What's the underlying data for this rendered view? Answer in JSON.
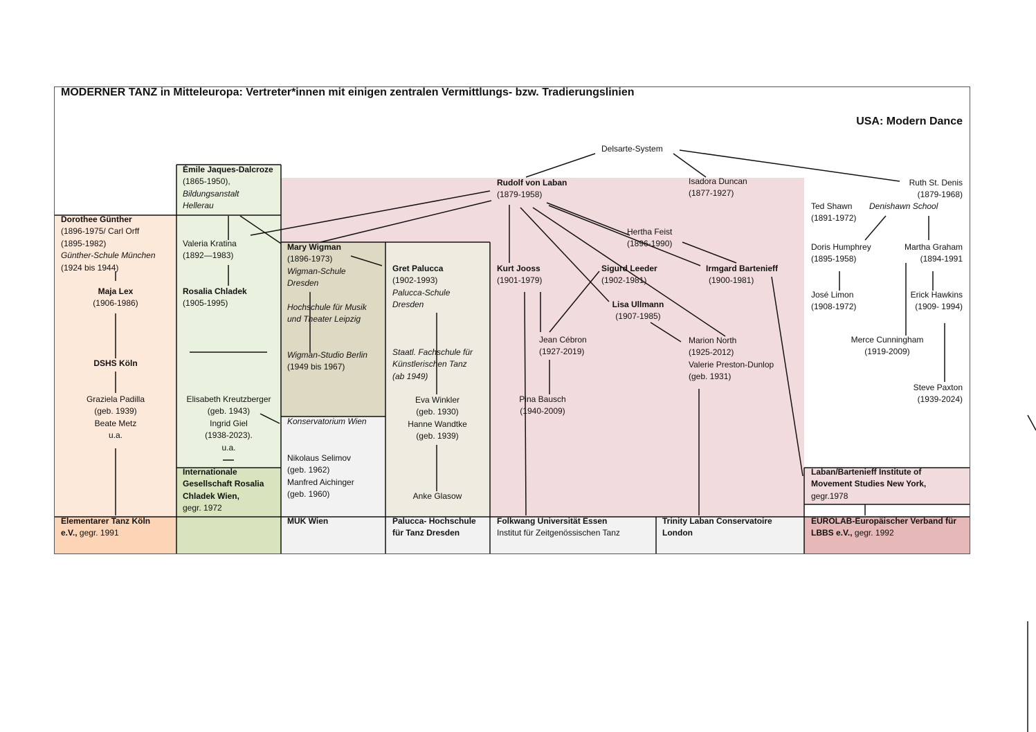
{
  "title": "MODERNER TANZ in Mitteleuropa: Vertreter*innen mit einigen zentralen Vermittlungs- bzw. Tradierungslinien",
  "usa_heading": "USA: Modern Dance",
  "colors": {
    "pink": "#f2dbdc",
    "green_light": "#eaf1de",
    "green_dark": "#d7e4bd",
    "orange_light": "#fde9d9",
    "orange_dark": "#fbd5b5",
    "beige_dark": "#ddd9c3",
    "beige_light": "#eeece1",
    "gray": "#f2f2f2",
    "rose": "#e6b9b8"
  },
  "nodes": {
    "delsarte": "Delsarte-System",
    "laban": {
      "name": "Rudolf von Laban",
      "years": "(1879-1958)"
    },
    "duncan": {
      "name": "Isadora Duncan",
      "years": "(1877-1927)"
    },
    "stdenis": {
      "name": "Ruth St. Denis",
      "years": "(1879-1968)"
    },
    "shawn": {
      "name": "Ted Shawn",
      "years": "(1891-1972)"
    },
    "denishawn": "Denishawn School",
    "humphrey": {
      "name": "Doris Humphrey",
      "years": "(1895-1958)"
    },
    "graham": {
      "name": "Martha Graham",
      "years": "(1894-1991"
    },
    "limon": {
      "name": "José Limon",
      "years": "(1908-1972)"
    },
    "hawkins": {
      "name": "Erick Hawkins",
      "years": "(1909- 1994)"
    },
    "cunningham": {
      "name": "Merce Cunningham",
      "years": "(1919-2009)"
    },
    "paxton": {
      "name": "Steve Paxton",
      "years": "(1939-2024)"
    },
    "dalcroze": {
      "name": "Émile Jaques-Dalcroze",
      "years": "(1865-1950),",
      "school1": "Bildungsanstalt",
      "school2": "Hellerau"
    },
    "guenther": {
      "name": "Dorothee Günther",
      "line1": "(1896-1975/ Carl Orff",
      "line2": "(1895-1982)",
      "school": "Günther-Schule München",
      "line3": "(1924 bis 1944)"
    },
    "lex": {
      "name": "Maja Lex",
      "years": "(1906-1986)"
    },
    "dshs": "DSHS Köln",
    "padilla": {
      "line1": "Graziela Padilla",
      "line2": "(geb. 1939)",
      "line3": "Beate Metz",
      "line4": "u.a."
    },
    "kratina": {
      "name": "Valeria Kratina",
      "years": "(1892—1983)"
    },
    "chladek": {
      "name": "Rosalia Chladek",
      "years": "(1905-1995)"
    },
    "kreutzberger": {
      "line1": "Elisabeth Kreutzberger",
      "line2": "(geb. 1943)",
      "line3": "Ingrid Giel",
      "line4": "(1938-2023).",
      "line5": "u.a."
    },
    "igrc": {
      "line1": "Internationale",
      "line2": "Gesellschaft Rosalia",
      "line3": "Chladek Wien,",
      "line4": "gegr. 1972"
    },
    "wigman": {
      "name": "Mary Wigman",
      "years": "(1896-1973)",
      "school1": "Wigman-Schule",
      "school2": "Dresden",
      "hs1": "Hochschule für Musik",
      "hs2": "und Theater Leipzig",
      "studio": "Wigman-Studio Berlin",
      "studio_years": "(1949 bis 1967)"
    },
    "konservatorium": "Konservatorium Wien",
    "selimov": {
      "line1": "Nikolaus Selimov",
      "line2": "(geb. 1962)",
      "line3": "Manfred Aichinger",
      "line4": "(geb. 1960)"
    },
    "palucca": {
      "name": "Gret Palucca",
      "years": "(1902-1993)",
      "school1": "Palucca-Schule",
      "school2": "Dresden",
      "fs1": "Staatl. Fachschule für",
      "fs2": "Künstlerischen Tanz",
      "fs3": "(ab 1949)"
    },
    "winkler": {
      "line1": "Eva Winkler",
      "line2": "(geb. 1930)",
      "line3": "Hanne Wandtke",
      "line4": "(geb. 1939)"
    },
    "glasow": "Anke Glasow",
    "jooss": {
      "name": "Kurt Jooss",
      "years": "(1901-1979)"
    },
    "leeder": {
      "name": "Sigurd Leeder",
      "years": "(1902-1981)"
    },
    "feist": {
      "name": "Hertha Feist",
      "years": "(1896-1990)"
    },
    "bartenieff": {
      "name": "Irmgard Bartenieff",
      "years": "(1900-1981)"
    },
    "ullmann": {
      "name": "Lisa Ullmann",
      "years": "(1907-1985)"
    },
    "cebron": {
      "name": "Jean Cébron",
      "years": "(1927-2019)"
    },
    "north": {
      "name": "Marion North",
      "years": "(1925-2012)",
      "line3": "Valerie Preston-Dunlop",
      "line4": "(geb. 1931)"
    },
    "bausch": {
      "name": "Pina Bausch",
      "years": "(1940-2009)"
    },
    "libs": {
      "line1": "Laban/Bartenieff Institute of",
      "line2": "Movement Studies New York,",
      "line3": "gegr.1978"
    }
  },
  "bottom": {
    "koeln": {
      "line1": "Elementarer Tanz Köln",
      "line2_bold": "e.V.,",
      "line2_rest": " gegr. 1991"
    },
    "muk": "MUK Wien",
    "palucca_hs": {
      "line1": "Palucca- Hochschule",
      "line2": "für Tanz Dresden"
    },
    "folkwang": {
      "line1": "Folkwang Universität Essen",
      "line2": "Institut für Zeitgenössischen Tanz"
    },
    "trinity": {
      "line1": "Trinity Laban Conservatoire",
      "line2": "London"
    },
    "eurolab": {
      "line1": "EUROLAB-Europäischer Verband für",
      "line2_bold": "LBBS e.V.,",
      "line2_rest": " gegr. 1992"
    }
  }
}
